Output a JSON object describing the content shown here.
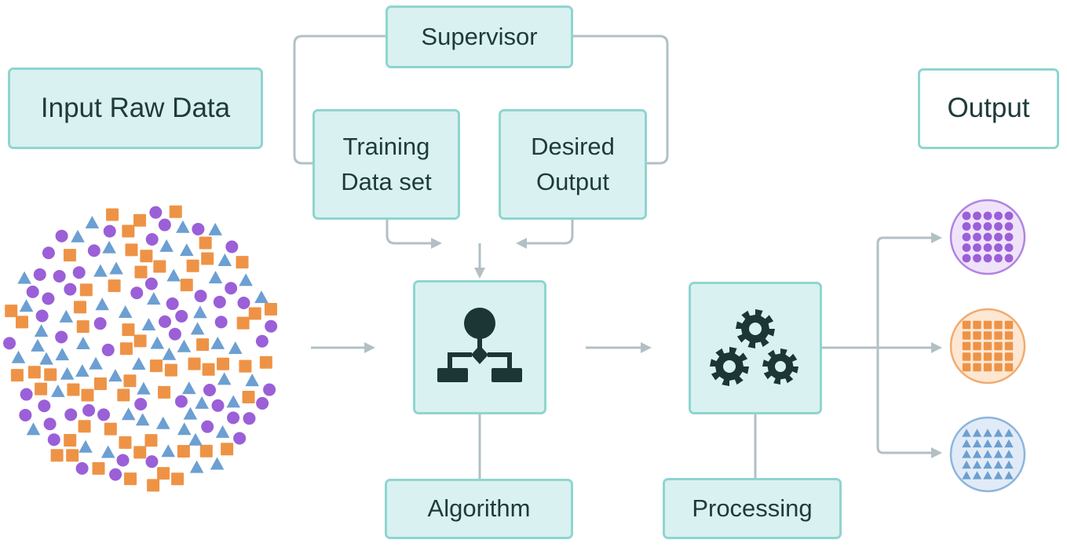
{
  "labels": {
    "input": "Input Raw Data",
    "supervisor": "Supervisor",
    "training": "Training\nData set",
    "desired": "Desired\nOutput",
    "algorithm": "Algorithm",
    "processing": "Processing",
    "output": "Output"
  },
  "colors": {
    "box_fill": "#d9f1f0",
    "box_border": "#8fd5d0",
    "connector": "#b2c0c6",
    "icon": "#1c3535",
    "circle_item": "#9b5fd8",
    "square_item": "#ee9346",
    "triangle_item": "#6c9fd2",
    "purple_cluster_fill": "#efe3fa",
    "orange_cluster_fill": "#fde7d3",
    "blue_cluster_fill": "#e1ebf7"
  },
  "icons": {
    "algorithm": "flowchart-icon",
    "processing": "gears-icon"
  },
  "clusters": [
    {
      "name": "purple-circles-cluster",
      "shape": "circle"
    },
    {
      "name": "orange-squares-cluster",
      "shape": "square"
    },
    {
      "name": "blue-triangles-cluster",
      "shape": "triangle"
    }
  ]
}
